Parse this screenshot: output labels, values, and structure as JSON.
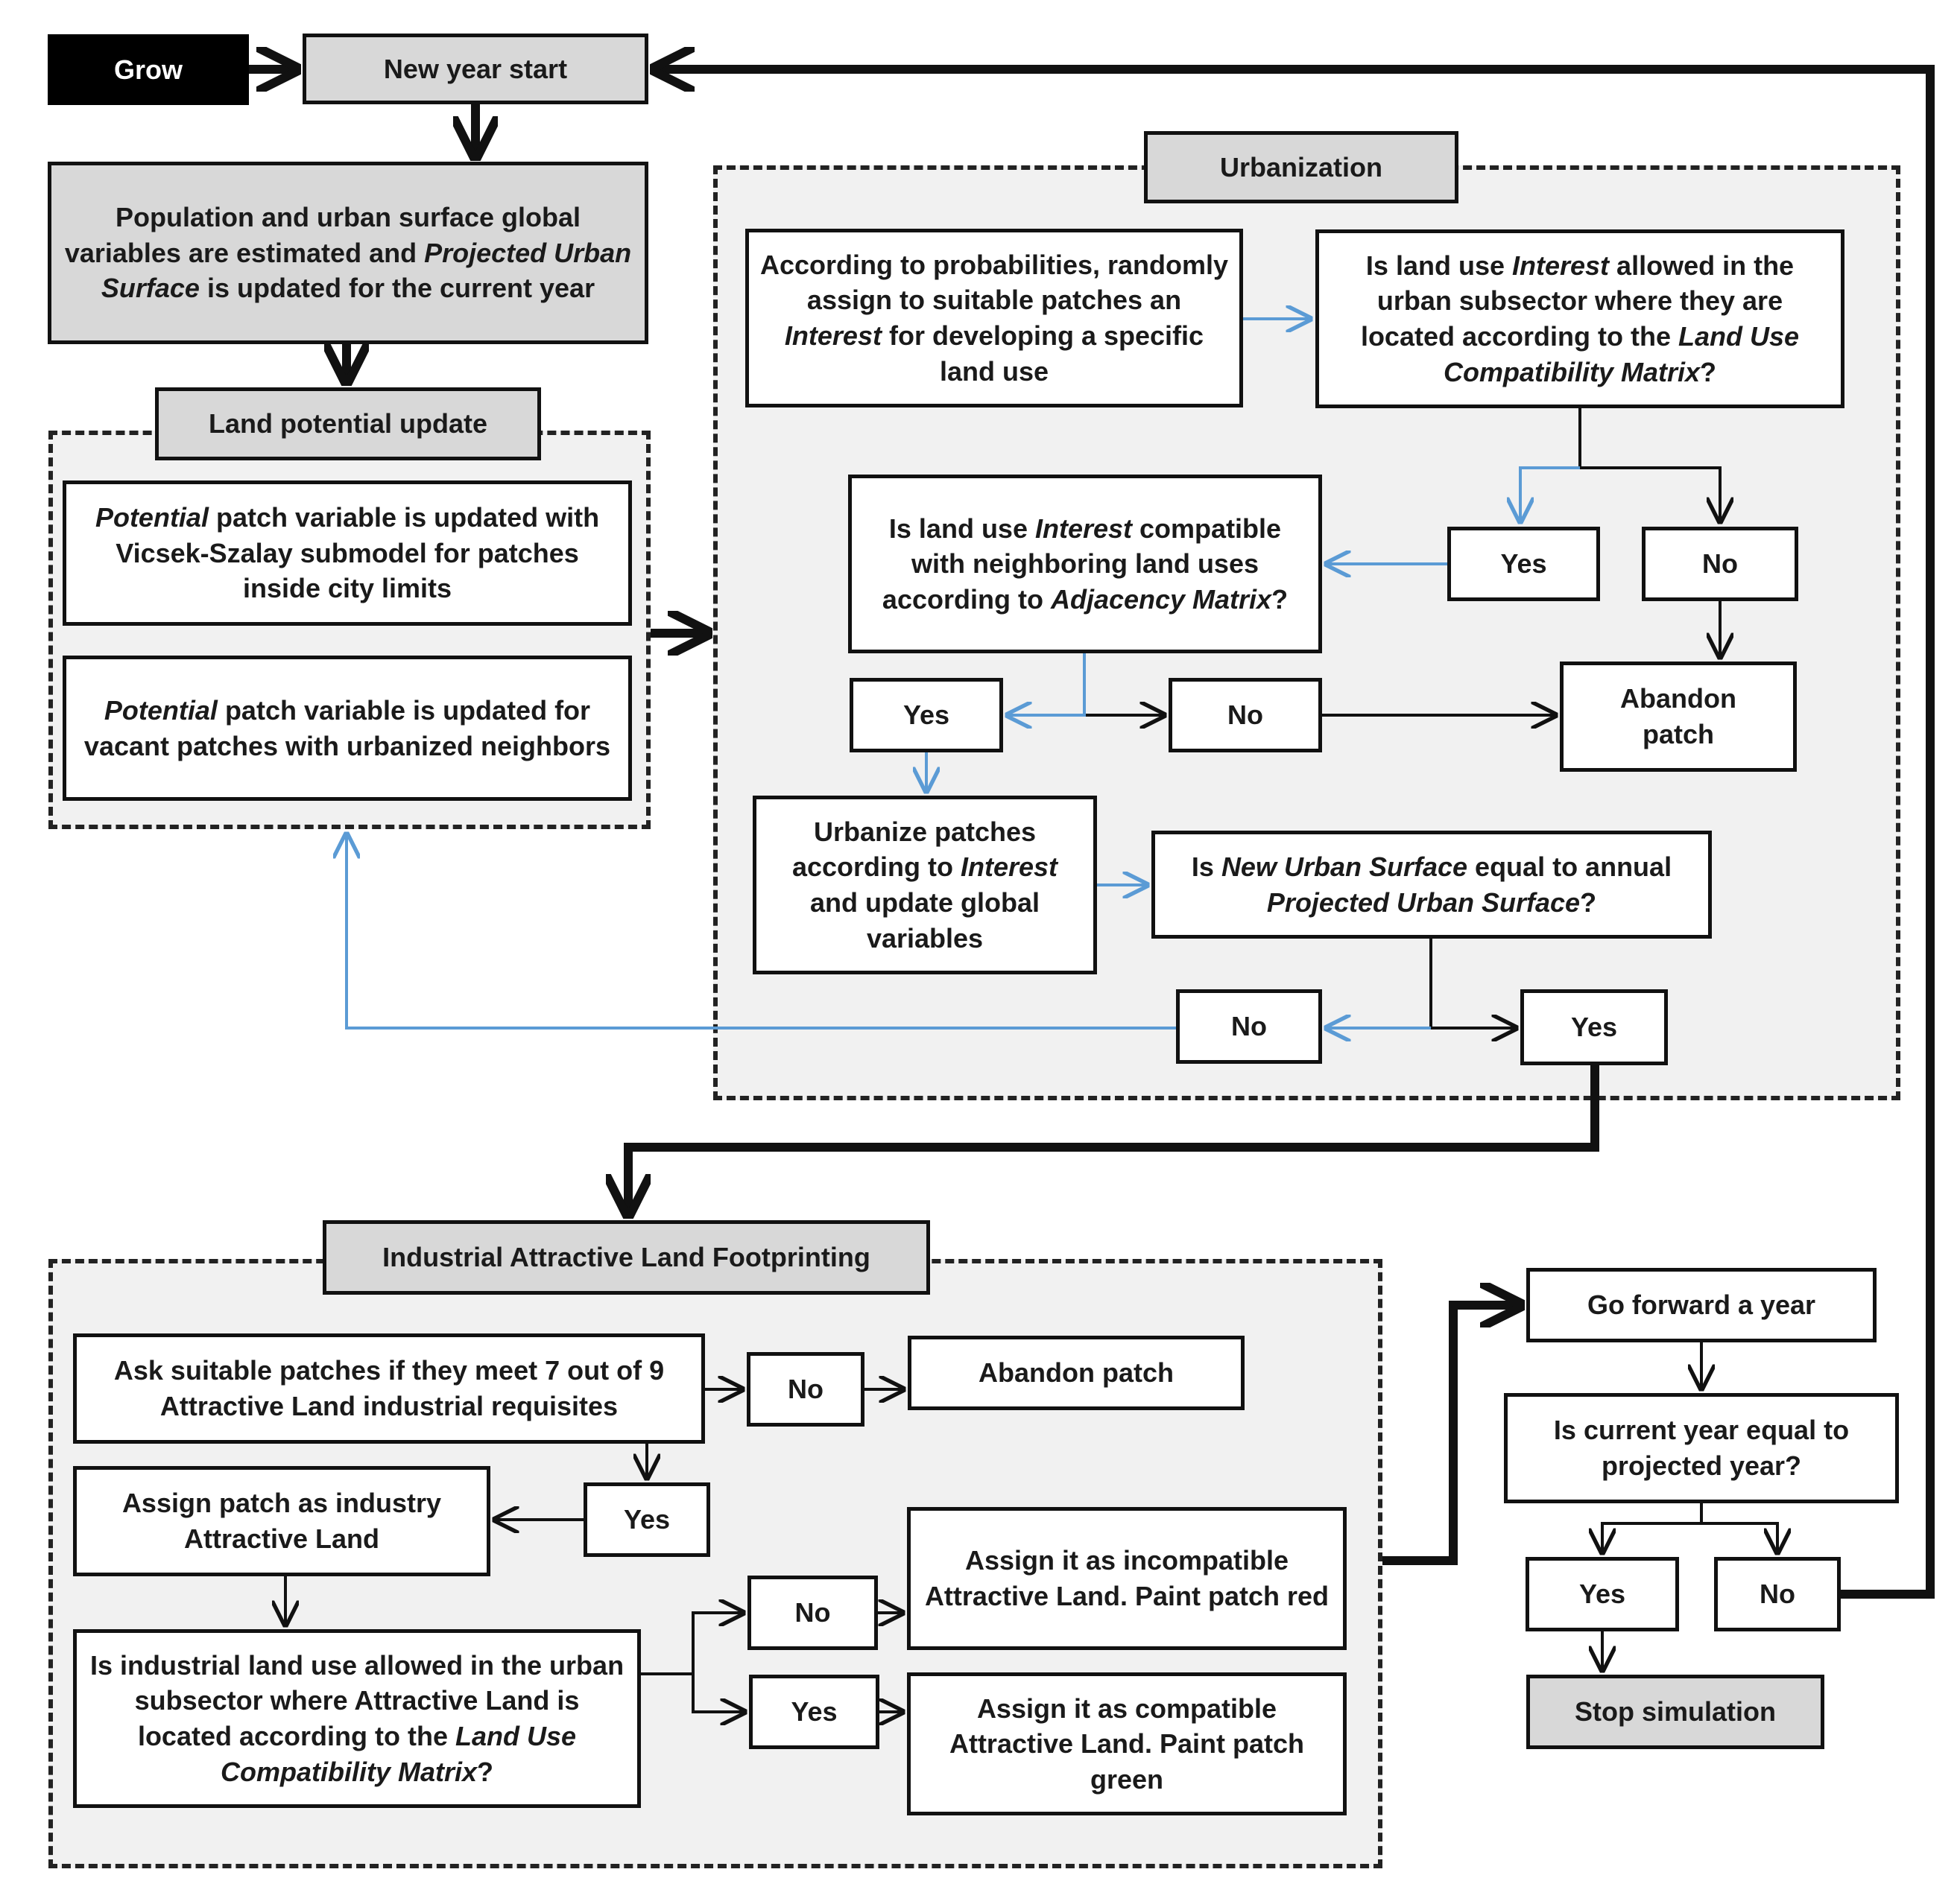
{
  "grow": "Grow",
  "new_year_start": "New year start",
  "population_update": {
    "before": "Population and urban surface global variables are estimated and ",
    "italic": "Projected Urban Surface",
    "after": " is updated for the current year"
  },
  "land_potential": {
    "title": "Land potential update",
    "box1": {
      "italic": "Potential",
      "after": " patch variable is updated with Vicsek-Szalay submodel for patches inside city limits"
    },
    "box2": {
      "italic": "Potential",
      "after": " patch variable is updated for vacant patches with urbanized neighbors"
    }
  },
  "urbanization": {
    "title": "Urbanization",
    "assign": {
      "before": "According to probabilities, randomly assign to suitable patches an ",
      "italic": "Interest",
      "after": " for developing a specific land use"
    },
    "allowed_q": {
      "before": "Is land use ",
      "italic1": "Interest",
      "middle": " allowed in the urban subsector where they are located according to the ",
      "italic2": "Land Use Compatibility Matrix",
      "after": "?"
    },
    "yes1": "Yes",
    "no1": "No",
    "compatible_q": {
      "before": "Is land use ",
      "italic1": "Interest",
      "middle": " compatible with neighboring land uses according to ",
      "italic2": "Adjacency Matrix",
      "after": "?"
    },
    "yes2": "Yes",
    "no2": "No",
    "abandon": "Abandon patch",
    "urbanize": {
      "before": "Urbanize patches according to ",
      "italic": "Interest",
      "after": " and update global variables"
    },
    "surface_q": {
      "before": "Is ",
      "italic1": "New Urban Surface",
      "middle": " equal to annual ",
      "italic2": "Projected Urban Surface",
      "after": "?"
    },
    "no3": "No",
    "yes3": "Yes"
  },
  "industrial": {
    "title": "Industrial Attractive Land Footprinting",
    "ask": "Ask suitable patches if they meet 7 out of 9 Attractive Land industrial requisites",
    "no1": "No",
    "abandon": "Abandon patch",
    "yes1": "Yes",
    "assign": "Assign patch as industry Attractive Land",
    "allowed_q": {
      "before": "Is industrial land use allowed in the urban subsector where Attractive Land is located according to the ",
      "italic": "Land Use Compatibility Matrix",
      "after": "?"
    },
    "no2": "No",
    "incompatible": "Assign it as incompatible Attractive Land. Paint patch red",
    "yes2": "Yes",
    "compatible": "Assign it as compatible Attractive Land. Paint patch green"
  },
  "forward": {
    "go_forward": "Go forward a year",
    "projected_q": "Is current year equal to projected year?",
    "yes": "Yes",
    "no": "No",
    "stop": "Stop simulation"
  },
  "colors": {
    "black_arrow": "#111111",
    "blue_arrow": "#5b9bd5",
    "panel": "#f1f1f1",
    "header": "#d8d8d8"
  }
}
